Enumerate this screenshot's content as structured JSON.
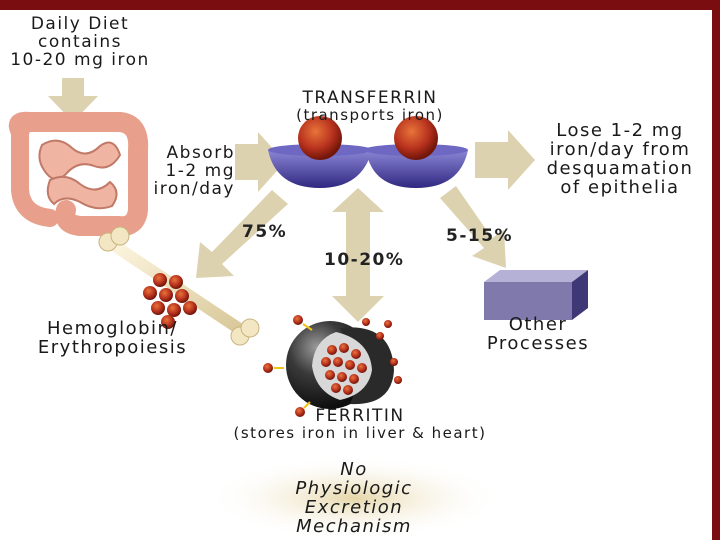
{
  "diet": [
    "Daily Diet",
    "contains",
    "10-20 mg iron"
  ],
  "absorb": [
    "Absorb",
    "1-2 mg",
    "iron/day"
  ],
  "transferrin": {
    "title": "TRANSFERRIN",
    "subtitle": "(transports iron)"
  },
  "lose": [
    "Lose 1-2 mg",
    "iron/day from",
    "desquamation",
    "of epithelia"
  ],
  "pct_hemoglobin": "75%",
  "pct_ferritin": "10-20%",
  "pct_other": "5-15%",
  "hemoglobin": [
    "Hemoglobin/",
    "Erythropoiesis"
  ],
  "other": [
    "Other",
    "Processes"
  ],
  "ferritin": {
    "title": "FERRITIN",
    "subtitle": "(stores iron in liver & heart)"
  },
  "excretion": [
    "No",
    "Physiologic",
    "Excretion",
    "Mechanism"
  ],
  "colors": {
    "frame": "#7a0d10",
    "arrow": "#ddd2b0",
    "iron": "#b8321e",
    "bowl": "#5a4fa8",
    "box": "#7f7aab"
  }
}
